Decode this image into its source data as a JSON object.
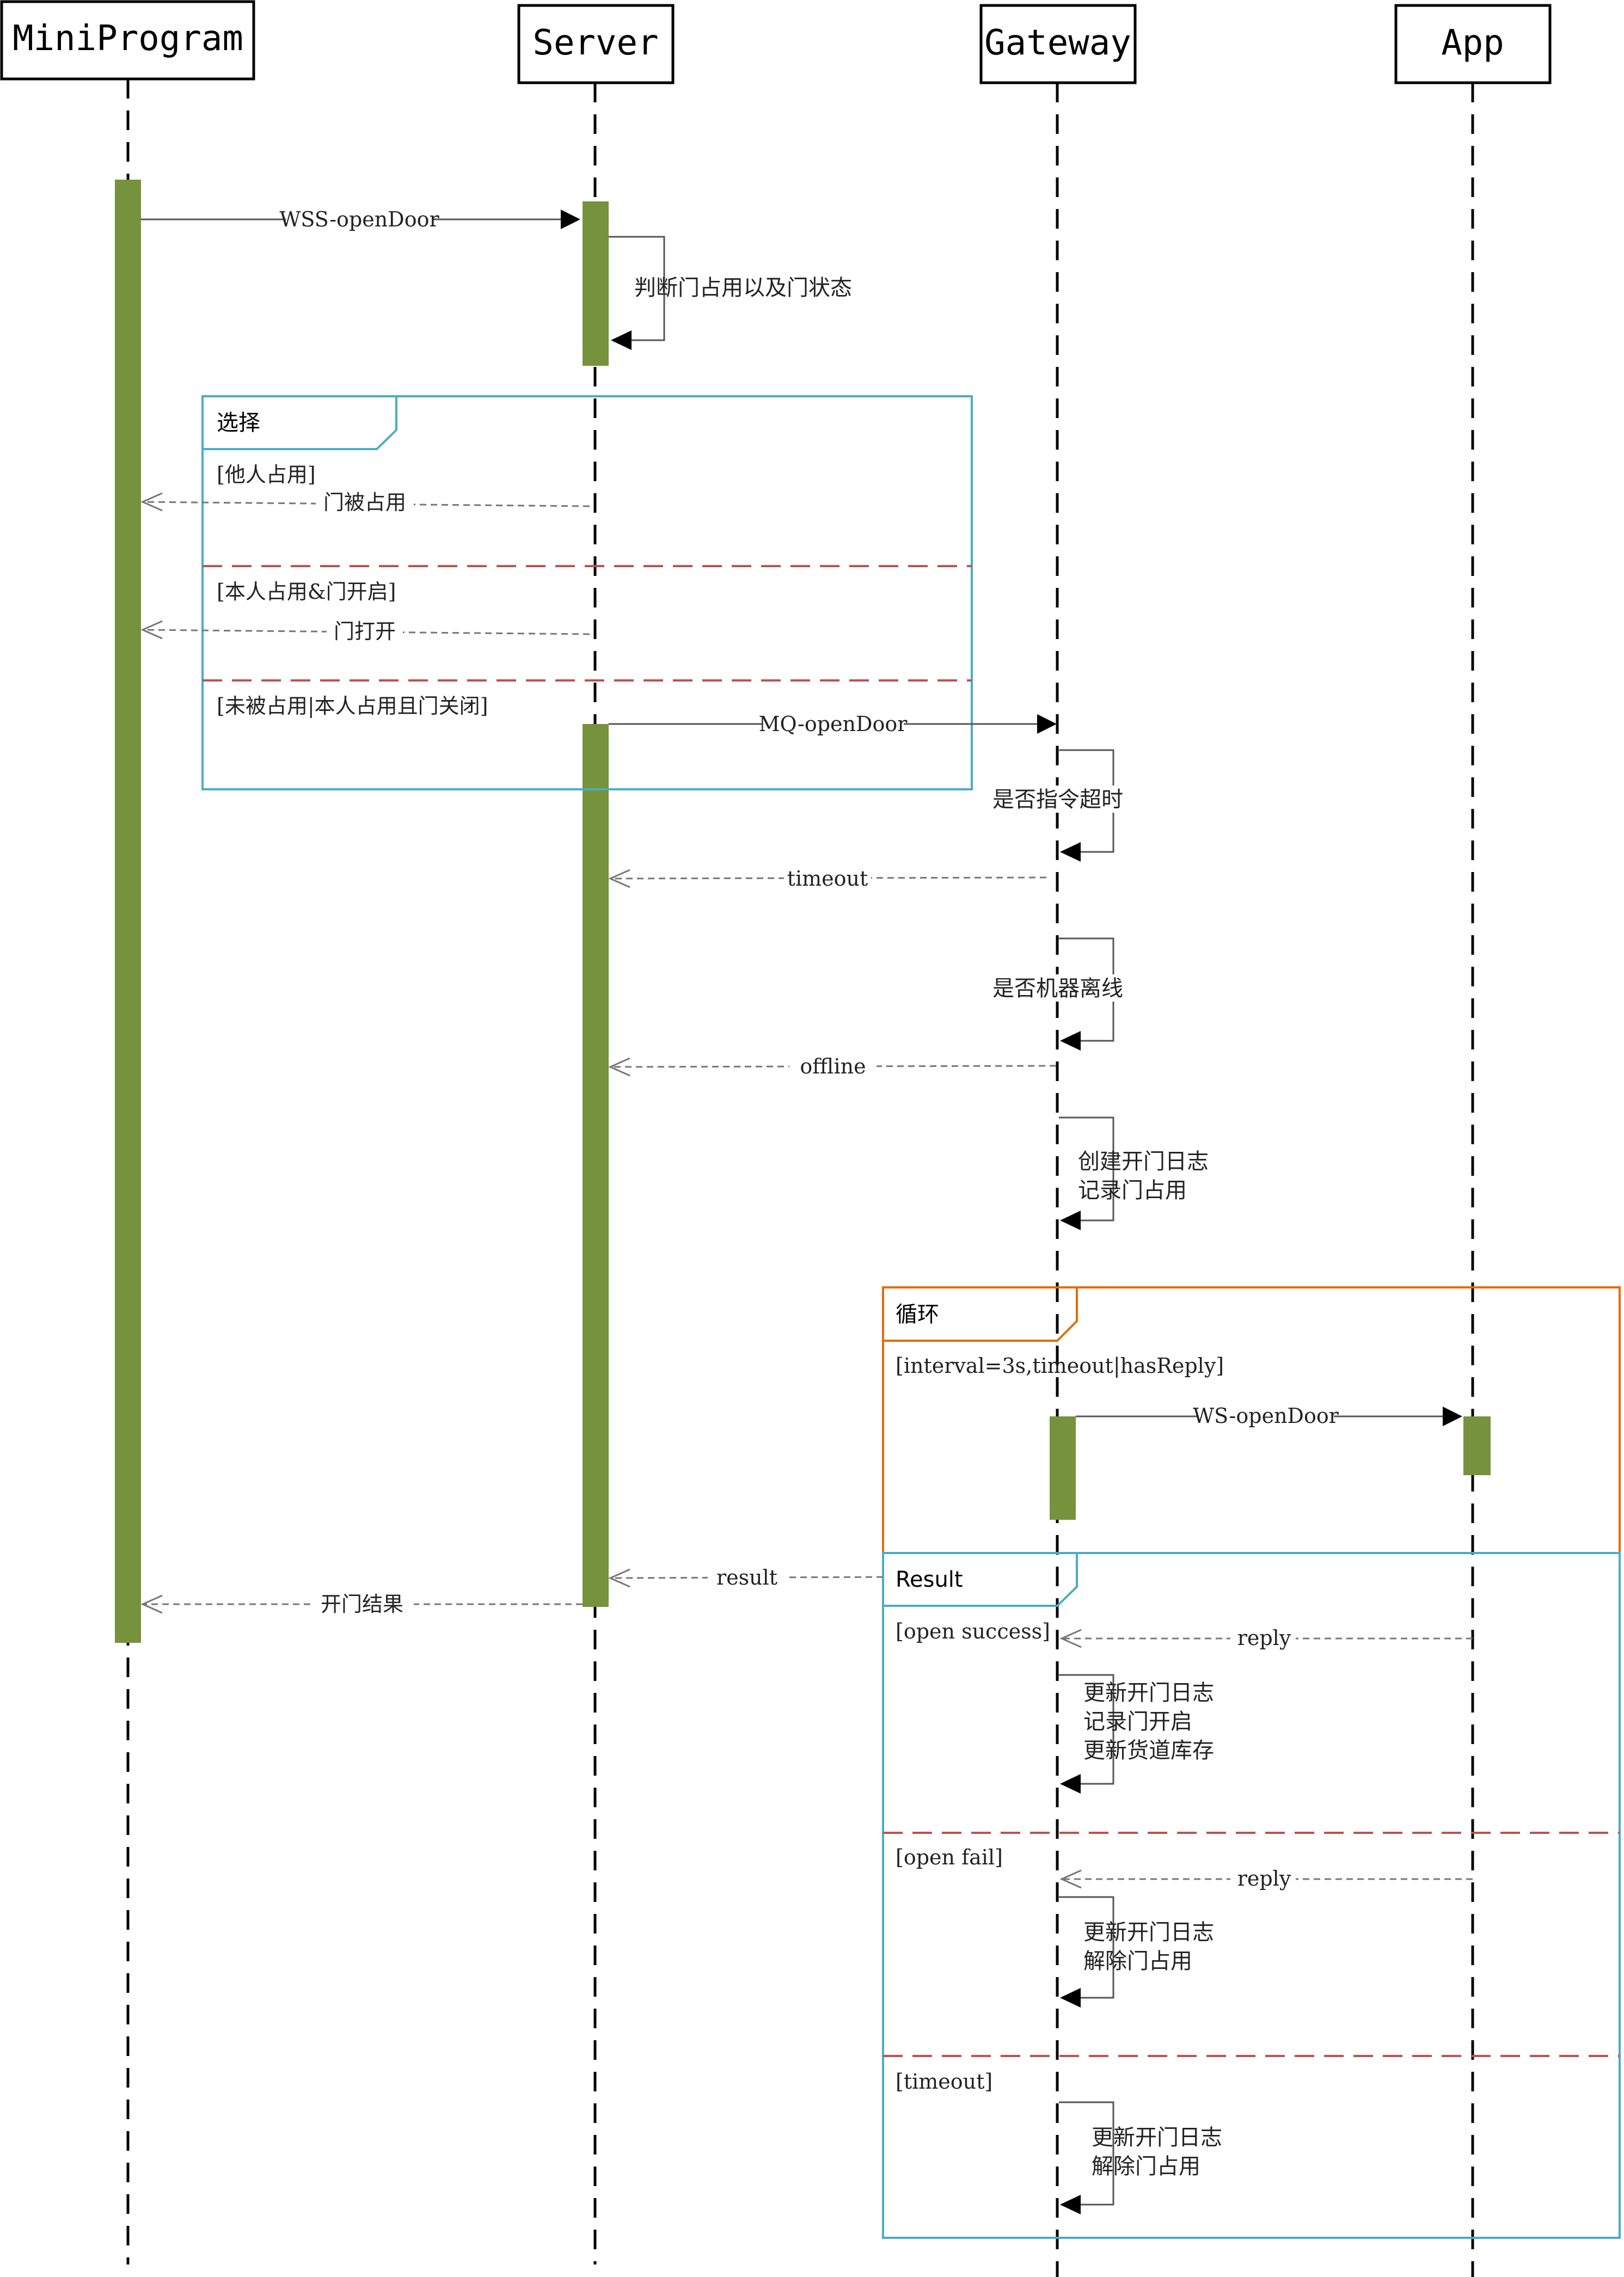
{
  "participants": {
    "miniprogram": "MiniProgram",
    "server": "Server",
    "gateway": "Gateway",
    "app": "App"
  },
  "messages": {
    "wss_open_door": "WSS-openDoor",
    "check_door": "判断门占用以及门状态",
    "door_occupied": "门被占用",
    "door_open": "门打开",
    "mq_open_door": "MQ-openDoor",
    "cmd_timeout_check": "是否指令超时",
    "timeout": "timeout",
    "machine_offline_check": "是否机器离线",
    "offline": "offline",
    "create_log_line1": "创建开门日志",
    "create_log_line2": "记录门占用",
    "ws_open_door": "WS-openDoor",
    "result": "result",
    "open_result": "开门结果",
    "reply_success": "reply",
    "success_line1": "更新开门日志",
    "success_line2": "记录门开启",
    "success_line3": "更新货道库存",
    "reply_fail": "reply",
    "fail_line1": "更新开门日志",
    "fail_line2": "解除门占用",
    "timeout_line1": "更新开门日志",
    "timeout_line2": "解除门占用"
  },
  "frames": {
    "alt": {
      "title": "选择",
      "guard1": "[他人占用]",
      "guard2": "[本人占用&门开启]",
      "guard3": "[未被占用|本人占用且门关闭]"
    },
    "loop": {
      "title": "循环",
      "guard": "[interval=3s,timeout|hasReply]"
    },
    "result": {
      "title": "Result",
      "guard1": "[open success]",
      "guard2": "[open fail]",
      "guard3": "[timeout]"
    }
  },
  "colors": {
    "activation": "#76923c",
    "alt_frame": "#4bacc6",
    "loop_frame": "#e36c09",
    "separator": "#c0504d"
  }
}
